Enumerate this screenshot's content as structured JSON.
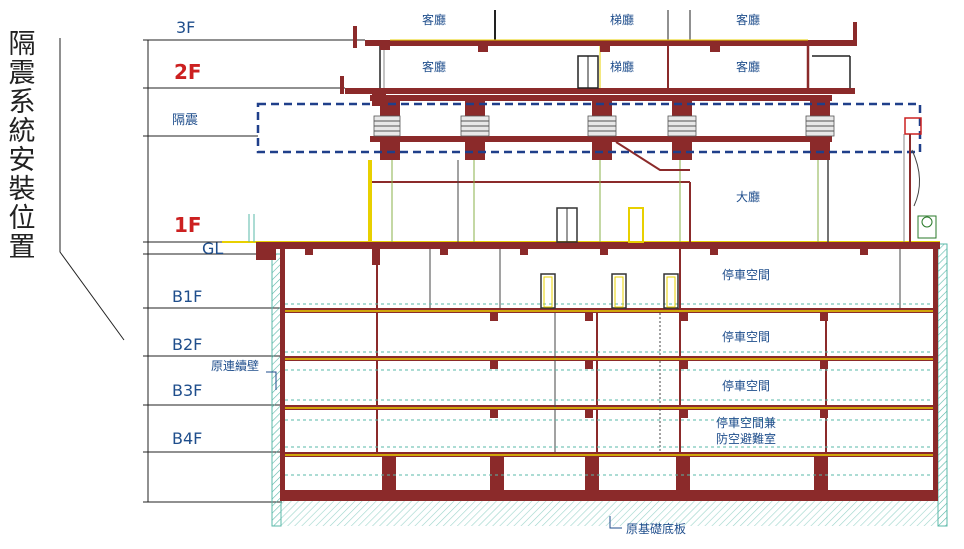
{
  "title": "隔震系統安裝位置",
  "levels": {
    "f3": "3F",
    "f2": "2F",
    "isolation": "隔震",
    "f1": "1F",
    "gl": "GL",
    "b1": "B1F",
    "b2": "B2F",
    "b3": "B3F",
    "b4": "B4F"
  },
  "rooms": {
    "guest_3f_left": "客廳",
    "stair_3f": "梯廳",
    "guest_3f_right": "客廳",
    "guest_2f_left": "客廳",
    "stair_2f": "梯廳",
    "guest_2f_right": "客廳",
    "lobby": "大廳",
    "parking_b1": "停車空間",
    "parking_b2": "停車空間",
    "parking_b3": "停車空間",
    "parking_b4_line1": "停車空間兼",
    "parking_b4_line2": "防空避難室"
  },
  "notes": {
    "diaphragm_wall": "原連續壁",
    "foundation_slab": "原基礎底板"
  },
  "colors": {
    "structure": "#8b2a2a",
    "isolation_band": "#1f3f8a",
    "level_blue": "#1f4e8c",
    "level_red": "#cc2020",
    "glass_yellow": "#e8d000",
    "wall_hatch": "#5ab8a8"
  }
}
